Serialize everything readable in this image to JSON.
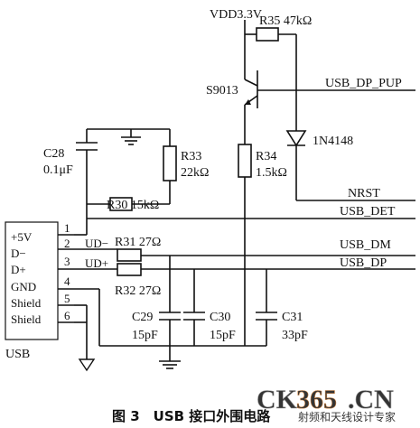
{
  "labels": {
    "vdd": "VDD3.3V",
    "r35": "R35 47kΩ",
    "transistor": "S9013",
    "usb_dp_pup": "USB_DP_PUP",
    "diode": "1N4148",
    "c28_name": "C28",
    "c28_val": "0.1μF",
    "r33_name": "R33",
    "r33_val": "22kΩ",
    "r34_name": "R34",
    "r34_val": "1.5kΩ",
    "nrst": "NRST",
    "r30": "R30 15kΩ",
    "usb_det": "USB_DET",
    "r31": "R31 27Ω",
    "usb_dm": "USB_DM",
    "r32": "R32 27Ω",
    "usb_dp": "USB_DP",
    "ud_minus": "UD−",
    "ud_plus": "UD+",
    "c29_name": "C29",
    "c29_val": "15pF",
    "c30_name": "C30",
    "c30_val": "15pF",
    "c31_name": "C31",
    "c31_val": "33pF",
    "usb": "USB"
  },
  "connector": {
    "pins": [
      {
        "num": "1",
        "name": "+5V"
      },
      {
        "num": "2",
        "name": "D−"
      },
      {
        "num": "3",
        "name": "D+"
      },
      {
        "num": "4",
        "name": "GND"
      },
      {
        "num": "5",
        "name": "Shield"
      },
      {
        "num": "6",
        "name": "Shield"
      }
    ]
  },
  "caption": "图 3　USB 接口外围电路",
  "watermark": {
    "logo": "CK365.CN",
    "tagline": "射频和天线设计专家"
  }
}
